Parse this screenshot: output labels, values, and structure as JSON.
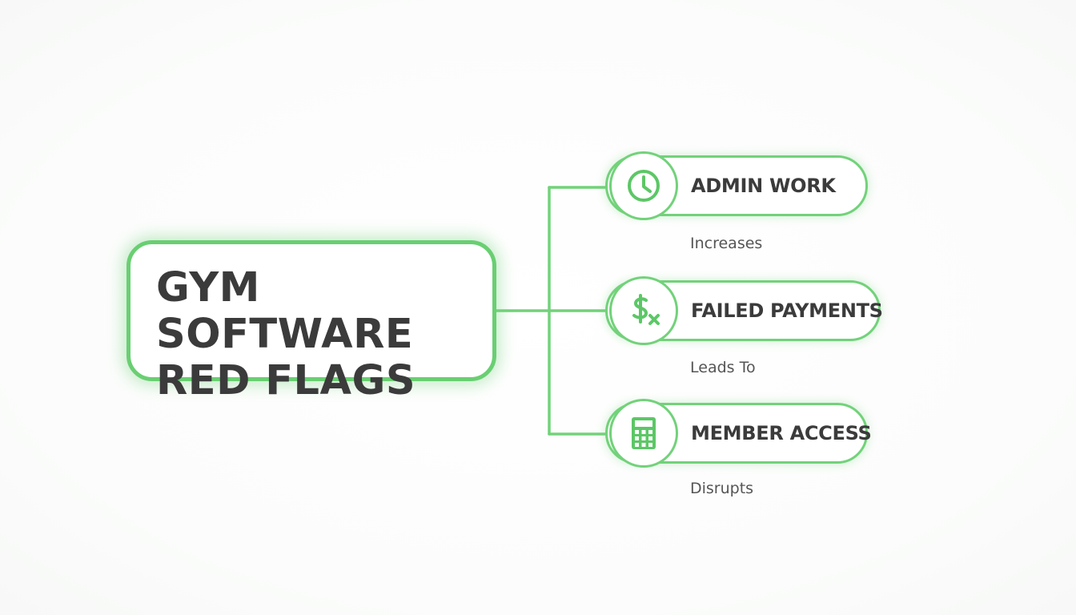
{
  "title": "GYM SOFTWARE\nRED FLAGS",
  "nodes": [
    {
      "label": "ADMIN WORK",
      "icon": "clock-icon",
      "relation": "Increases"
    },
    {
      "label": "FAILED PAYMENTS",
      "icon": "dollar-x-icon",
      "relation": "Leads To"
    },
    {
      "label": "MEMBER ACCESS",
      "icon": "calculator-icon",
      "relation": "Disrupts"
    }
  ],
  "colors": {
    "accent": "#69cf72",
    "text": "#3b3b3b",
    "secondary_text": "#555555",
    "background": "#ffffff"
  }
}
